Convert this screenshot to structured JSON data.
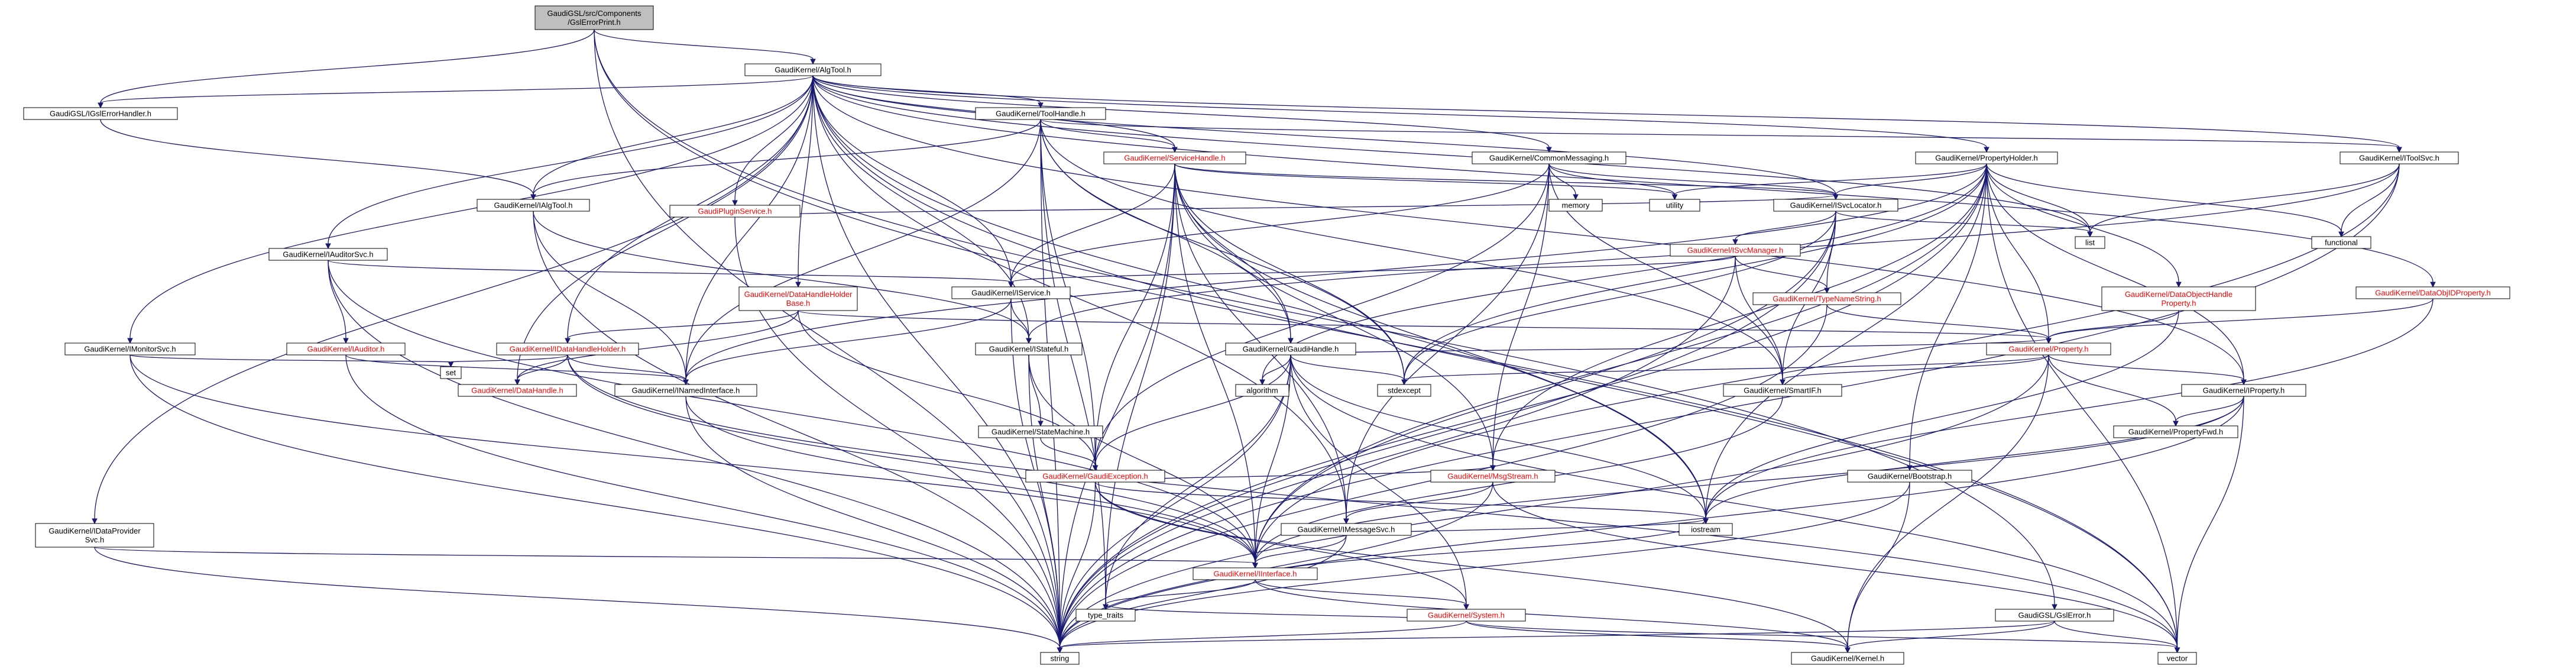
{
  "graph": {
    "edge_color": "#191970",
    "link_text_color": "#ff0000",
    "root_fill": "#bfbfbf",
    "nodes": [
      {
        "id": "root",
        "label": [
          "GaudiGSL/src/Components",
          "/GslErrorPrint.h"
        ],
        "root": true
      },
      {
        "id": "algtool",
        "label": [
          "GaudiKernel/AlgTool.h"
        ]
      },
      {
        "id": "gslerrh",
        "label": [
          "GaudiGSL/IGslErrorHandler.h"
        ]
      },
      {
        "id": "toolhandle",
        "label": [
          "GaudiKernel/ToolHandle.h"
        ]
      },
      {
        "id": "plugin",
        "label": [
          "GaudiPluginService.h"
        ],
        "link": true
      },
      {
        "id": "servicehandle",
        "label": [
          "GaudiKernel/ServiceHandle.h"
        ],
        "link": true
      },
      {
        "id": "commonmsg",
        "label": [
          "GaudiKernel/CommonMessaging.h"
        ]
      },
      {
        "id": "propholder",
        "label": [
          "GaudiKernel/PropertyHolder.h"
        ]
      },
      {
        "id": "itoolsvc",
        "label": [
          "GaudiKernel/IToolSvc.h"
        ]
      },
      {
        "id": "ialgtool",
        "label": [
          "GaudiKernel/IAlgTool.h"
        ]
      },
      {
        "id": "iauditorsvc",
        "label": [
          "GaudiKernel/IAuditorSvc.h"
        ]
      },
      {
        "id": "isvclocator",
        "label": [
          "GaudiKernel/ISvcLocator.h"
        ]
      },
      {
        "id": "memory",
        "label": [
          "memory"
        ]
      },
      {
        "id": "utility",
        "label": [
          "utility"
        ]
      },
      {
        "id": "list",
        "label": [
          "list"
        ]
      },
      {
        "id": "functional",
        "label": [
          "functional"
        ]
      },
      {
        "id": "isvcmanager",
        "label": [
          "GaudiKernel/ISvcManager.h"
        ],
        "link": true
      },
      {
        "id": "dhholderbase",
        "label": [
          "GaudiKernel/DataHandleHolder",
          "Base.h"
        ],
        "link": true
      },
      {
        "id": "iservice",
        "label": [
          "GaudiKernel/IService.h"
        ]
      },
      {
        "id": "typenamestring",
        "label": [
          "GaudiKernel/TypeNameString.h"
        ],
        "link": true
      },
      {
        "id": "dataobjhandleprop",
        "label": [
          "GaudiKernel/DataObjectHandle",
          "Property.h"
        ],
        "link": true
      },
      {
        "id": "dataobjidprop",
        "label": [
          "GaudiKernel/DataObjIDProperty.h"
        ],
        "link": true
      },
      {
        "id": "imonitorsvc",
        "label": [
          "GaudiKernel/IMonitorSvc.h"
        ]
      },
      {
        "id": "iauditor",
        "label": [
          "GaudiKernel/IAuditor.h"
        ],
        "link": true
      },
      {
        "id": "idhholder",
        "label": [
          "GaudiKernel/IDataHandleHolder.h"
        ],
        "link": true
      },
      {
        "id": "istateful",
        "label": [
          "GaudiKernel/IStateful.h"
        ]
      },
      {
        "id": "gaudihandle",
        "label": [
          "GaudiKernel/GaudiHandle.h"
        ]
      },
      {
        "id": "property",
        "label": [
          "GaudiKernel/Property.h"
        ],
        "link": true
      },
      {
        "id": "set",
        "label": [
          "set"
        ]
      },
      {
        "id": "datahandle",
        "label": [
          "GaudiKernel/DataHandle.h"
        ],
        "link": true
      },
      {
        "id": "inamedinterface",
        "label": [
          "GaudiKernel/INamedInterface.h"
        ]
      },
      {
        "id": "algorithm",
        "label": [
          "algorithm"
        ]
      },
      {
        "id": "stdexcept",
        "label": [
          "stdexcept"
        ]
      },
      {
        "id": "smartif",
        "label": [
          "GaudiKernel/SmartIF.h"
        ]
      },
      {
        "id": "iproperty",
        "label": [
          "GaudiKernel/IProperty.h"
        ]
      },
      {
        "id": "statemachine",
        "label": [
          "GaudiKernel/StateMachine.h"
        ]
      },
      {
        "id": "gaudiexception",
        "label": [
          "GaudiKernel/GaudiException.h"
        ],
        "link": true
      },
      {
        "id": "propertyfwd",
        "label": [
          "GaudiKernel/PropertyFwd.h"
        ]
      },
      {
        "id": "msgstream",
        "label": [
          "GaudiKernel/MsgStream.h"
        ],
        "link": true
      },
      {
        "id": "bootstrap",
        "label": [
          "GaudiKernel/Bootstrap.h"
        ]
      },
      {
        "id": "idataprovidersvc",
        "label": [
          "GaudiKernel/IDataProvider",
          "Svc.h"
        ]
      },
      {
        "id": "imessagesvc",
        "label": [
          "GaudiKernel/IMessageSvc.h"
        ]
      },
      {
        "id": "iostream",
        "label": [
          "iostream"
        ]
      },
      {
        "id": "iinterface",
        "label": [
          "GaudiKernel/IInterface.h"
        ],
        "link": true
      },
      {
        "id": "typetraits",
        "label": [
          "type_traits"
        ]
      },
      {
        "id": "system",
        "label": [
          "GaudiKernel/System.h"
        ],
        "link": true
      },
      {
        "id": "gslerror",
        "label": [
          "GaudiGSL/GslError.h"
        ]
      },
      {
        "id": "string",
        "label": [
          "string"
        ]
      },
      {
        "id": "kernel",
        "label": [
          "GaudiKernel/Kernel.h"
        ]
      },
      {
        "id": "vector",
        "label": [
          "vector"
        ]
      }
    ]
  }
}
